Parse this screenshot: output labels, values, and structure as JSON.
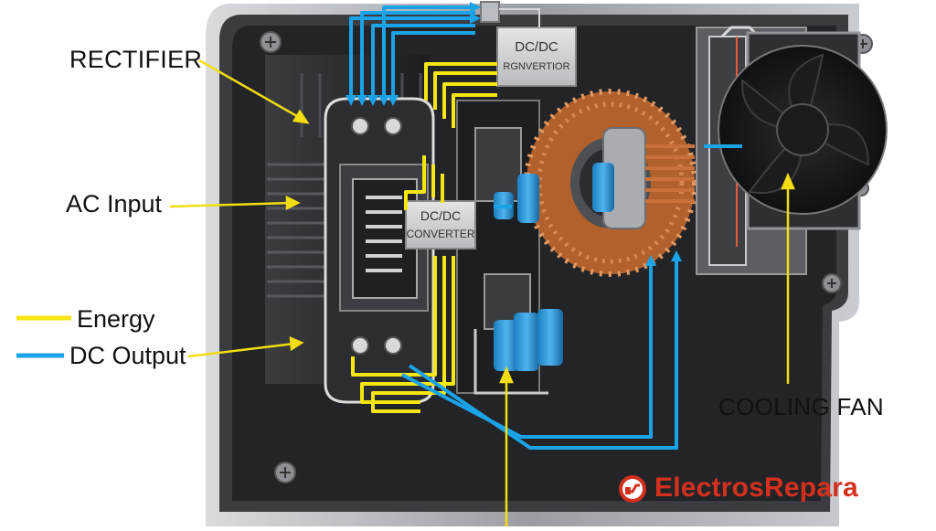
{
  "labels": {
    "rectifier": "RECTIFIER",
    "ac_input": "AC Input",
    "energy": "Energy",
    "dc_output": "DC Output",
    "cooling_fan": "COOLING FAN"
  },
  "modules": {
    "dcdc_top_line1": "DC/DC",
    "dcdc_top_line2": "RGNVERTIOR",
    "dcdc_mid_line1": "DC/DC",
    "dcdc_mid_line2": "CONVERTER"
  },
  "legend": [
    {
      "name": "Energy",
      "color": "#f5e60f"
    },
    {
      "name": "DC Output",
      "color": "#1ba3e8"
    }
  ],
  "brand": {
    "name": "ElectrosRepara",
    "color": "#d4301e",
    "icon": "plug-logo-icon"
  },
  "colors": {
    "energy_line": "#f5e60f",
    "dc_line": "#1ba3e8",
    "pointer_line": "#f2dd10",
    "copper": "#c8713a",
    "housing": "#2a2c2f"
  }
}
